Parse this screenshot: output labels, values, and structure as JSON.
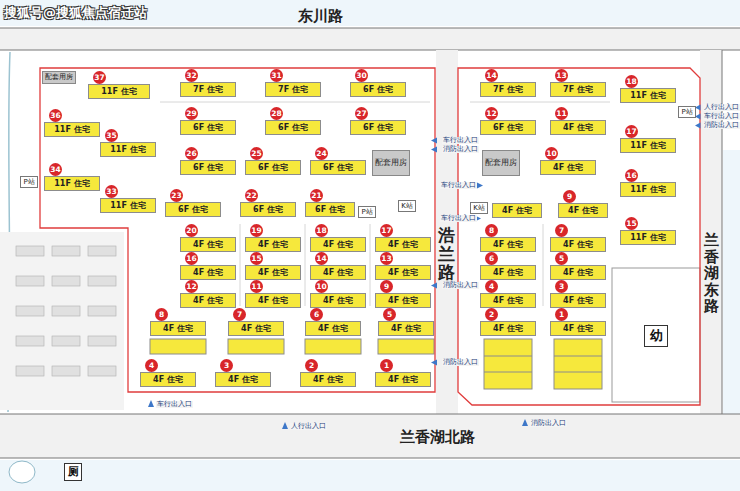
{
  "diagram": {
    "nodes": [
      {
        "text": [
          "配套用房"
        ]
      },
      {
        "text": [
          "37",
          "11F 住宅"
        ]
      },
      {
        "text": [
          "32",
          "7F 住宅"
        ]
      },
      {
        "text": [
          "31",
          "7F 住宅"
        ]
      },
      {
        "text": [
          "30",
          "6F 住宅"
        ]
      },
      {
        "text": [
          "14",
          "7F 住宅"
        ]
      },
      {
        "text": [
          "13",
          "7F 住宅"
        ]
      },
      {
        "text": [
          "18",
          "11F 住宅"
        ]
      },
      {
        "text": [
          "P站"
        ]
      },
      {
        "text": [
          "36",
          "11F 住宅"
        ]
      },
      {
        "text": [
          "29",
          "6F 住宅"
        ]
      },
      {
        "text": [
          "28",
          "6F 住宅"
        ]
      },
      {
        "text": [
          "27",
          "6F 住宅"
        ]
      },
      {
        "text": [
          "12",
          "6F 住宅"
        ]
      },
      {
        "text": [
          "11",
          "4F 住宅"
        ]
      },
      {
        "text": [
          "35",
          "11F 住宅"
        ]
      },
      {
        "text": [
          "17",
          "11F 住宅"
        ]
      },
      {
        "text": [
          "配套用房"
        ]
      },
      {
        "text": [
          "配套用房"
        ]
      },
      {
        "text": [
          "26",
          "6F 住宅"
        ]
      },
      {
        "text": [
          "25",
          "6F 住宅"
        ]
      },
      {
        "text": [
          "24",
          "6F 住宅"
        ]
      },
      {
        "text": [
          "10",
          "4F 住宅"
        ]
      },
      {
        "text": [
          "34",
          "11F 住宅"
        ]
      },
      {
        "text": [
          "P站"
        ]
      },
      {
        "text": [
          "16",
          "11F 住宅"
        ]
      },
      {
        "text": [
          "33",
          "11F 住宅"
        ]
      },
      {
        "text": [
          "23",
          "6F 住宅"
        ]
      },
      {
        "text": [
          "22",
          "6F 住宅"
        ]
      },
      {
        "text": [
          "21",
          "6F 住宅"
        ]
      },
      {
        "text": [
          "P站"
        ]
      },
      {
        "text": [
          "K站"
        ]
      },
      {
        "text": [
          "K站"
        ]
      },
      {
        "text": [
          "4F 住宅"
        ]
      },
      {
        "text": [
          "9",
          "4F 住宅"
        ]
      },
      {
        "text": [
          "15",
          "11F 住宅"
        ]
      },
      {
        "text": [
          "20",
          "4F 住宅"
        ]
      },
      {
        "text": [
          "19",
          "4F 住宅"
        ]
      },
      {
        "text": [
          "18",
          "4F 住宅"
        ]
      },
      {
        "text": [
          "17",
          "4F 住宅"
        ]
      },
      {
        "text": [
          "8",
          "4F 住宅"
        ]
      },
      {
        "text": [
          "7",
          "4F 住宅"
        ]
      },
      {
        "text": [
          "16",
          "4F 住宅"
        ]
      },
      {
        "text": [
          "15",
          "4F 住宅"
        ]
      },
      {
        "text": [
          "14",
          "4F 住宅"
        ]
      },
      {
        "text": [
          "13",
          "4F 住宅"
        ]
      },
      {
        "text": [
          "6",
          "4F 住宅"
        ]
      },
      {
        "text": [
          "5",
          "4F 住宅"
        ]
      },
      {
        "text": [
          "12",
          "4F 住宅"
        ]
      },
      {
        "text": [
          "11",
          "4F 住宅"
        ]
      },
      {
        "text": [
          "10",
          "4F 住宅"
        ]
      },
      {
        "text": [
          "9",
          "4F 住宅"
        ]
      },
      {
        "text": [
          "4",
          "4F 住宅"
        ]
      },
      {
        "text": [
          "3",
          "4F 住宅"
        ]
      },
      {
        "text": [
          "8",
          "4F 住宅"
        ]
      },
      {
        "text": [
          "7",
          "4F 住宅"
        ]
      },
      {
        "text": [
          "6",
          "4F 住宅"
        ]
      },
      {
        "text": [
          "5",
          "4F 住宅"
        ]
      },
      {
        "text": [
          "2",
          "4F 住宅"
        ]
      },
      {
        "text": [
          "1",
          "4F 住宅"
        ]
      },
      {
        "text": [
          "幼"
        ]
      },
      {
        "text": [
          "4",
          "4F 住宅"
        ]
      },
      {
        "text": [
          "3",
          "4F 住宅"
        ]
      },
      {
        "text": [
          "2",
          "4F 住宅"
        ]
      },
      {
        "text": [
          "1",
          "4F 住宅"
        ]
      },
      {
        "text": [
          "厕"
        ]
      }
    ],
    "labels": [
      "搜狐号@搜狐焦点宿迁站",
      "东川路",
      "浩兰路",
      "兰香湖东路",
      "兰香湖北路",
      "车行出入口",
      "消防出入口",
      "车行出入口",
      "车行出入口",
      "消防出入口",
      "消防出入口",
      "人行出入口",
      "车行出入口",
      "消防出入口",
      "车行出入口",
      "人行出入口",
      "消防出入口"
    ]
  }
}
